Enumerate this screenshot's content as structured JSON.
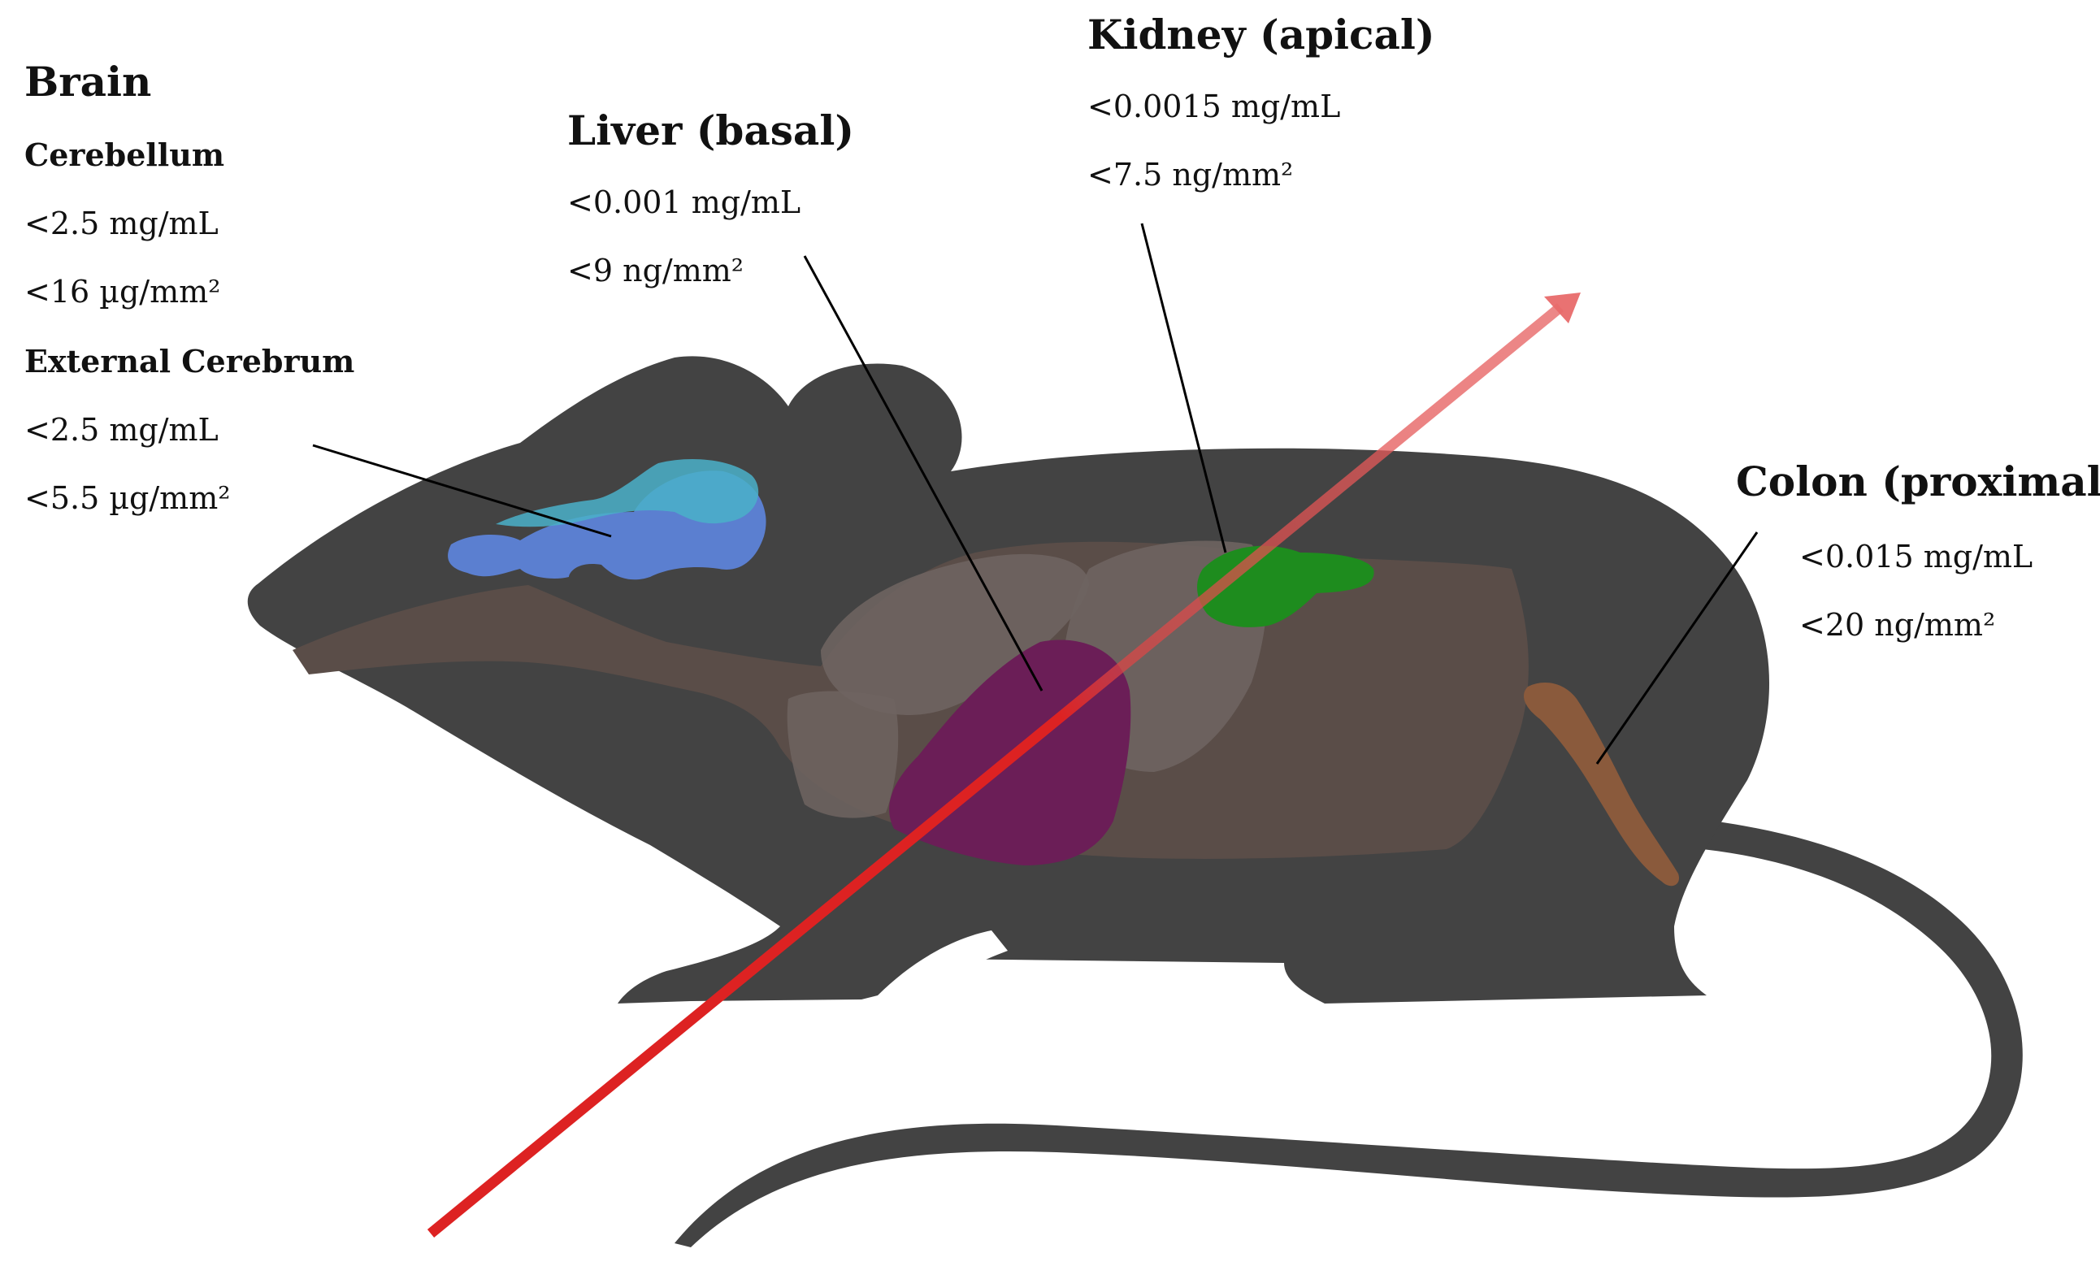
{
  "colors": {
    "background": "#ffffff",
    "mouse_body": "#434343",
    "organ_tissue": "#5a4d48",
    "cerebellum": "#5b7fd0",
    "external_cerebrum": "#4ab0c9",
    "liver": "#6b1e57",
    "kidney": "#1e8c1e",
    "colon": "#8a5a3c",
    "beam": "#dd2222"
  },
  "brain": {
    "title": "Brain",
    "cerebellum": {
      "name": "Cerebellum",
      "concentration": "<2.5 mg/mL",
      "surface_density": "<16 µg/mm²"
    },
    "external_cerebrum": {
      "name": "External Cerebrum",
      "concentration": "<2.5 mg/mL",
      "surface_density": "<5.5 µg/mm²"
    }
  },
  "liver": {
    "title": "Liver (basal)",
    "concentration": "<0.001 mg/mL",
    "surface_density": "<9 ng/mm²"
  },
  "kidney": {
    "title": "Kidney (apical)",
    "concentration": "<0.0015 mg/mL",
    "surface_density": "<7.5 ng/mm²"
  },
  "colon": {
    "title": "Colon (proximal)",
    "concentration": "<0.015 mg/mL",
    "surface_density": "<20 ng/mm²"
  }
}
